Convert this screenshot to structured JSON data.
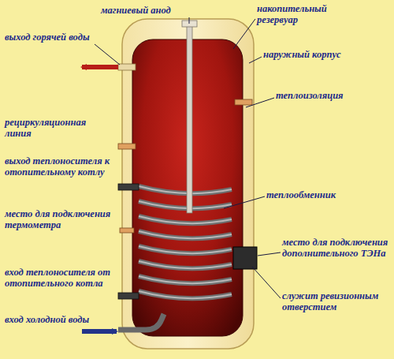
{
  "diagram": {
    "labels": [
      "магниевый анод",
      "накопительный резервуар",
      "выход горячей воды",
      "наружный корпус",
      "теплоизоляция",
      "рециркуляционная линия",
      "выход теплоносителя к отопительному котлу",
      "теплообменник",
      "место для подключения термометра",
      "место для подключения дополнительного ТЭНа",
      "вход теплоносителя от отопительного котла",
      "служит ревизионным отверстием",
      "вход холодной воды"
    ]
  }
}
